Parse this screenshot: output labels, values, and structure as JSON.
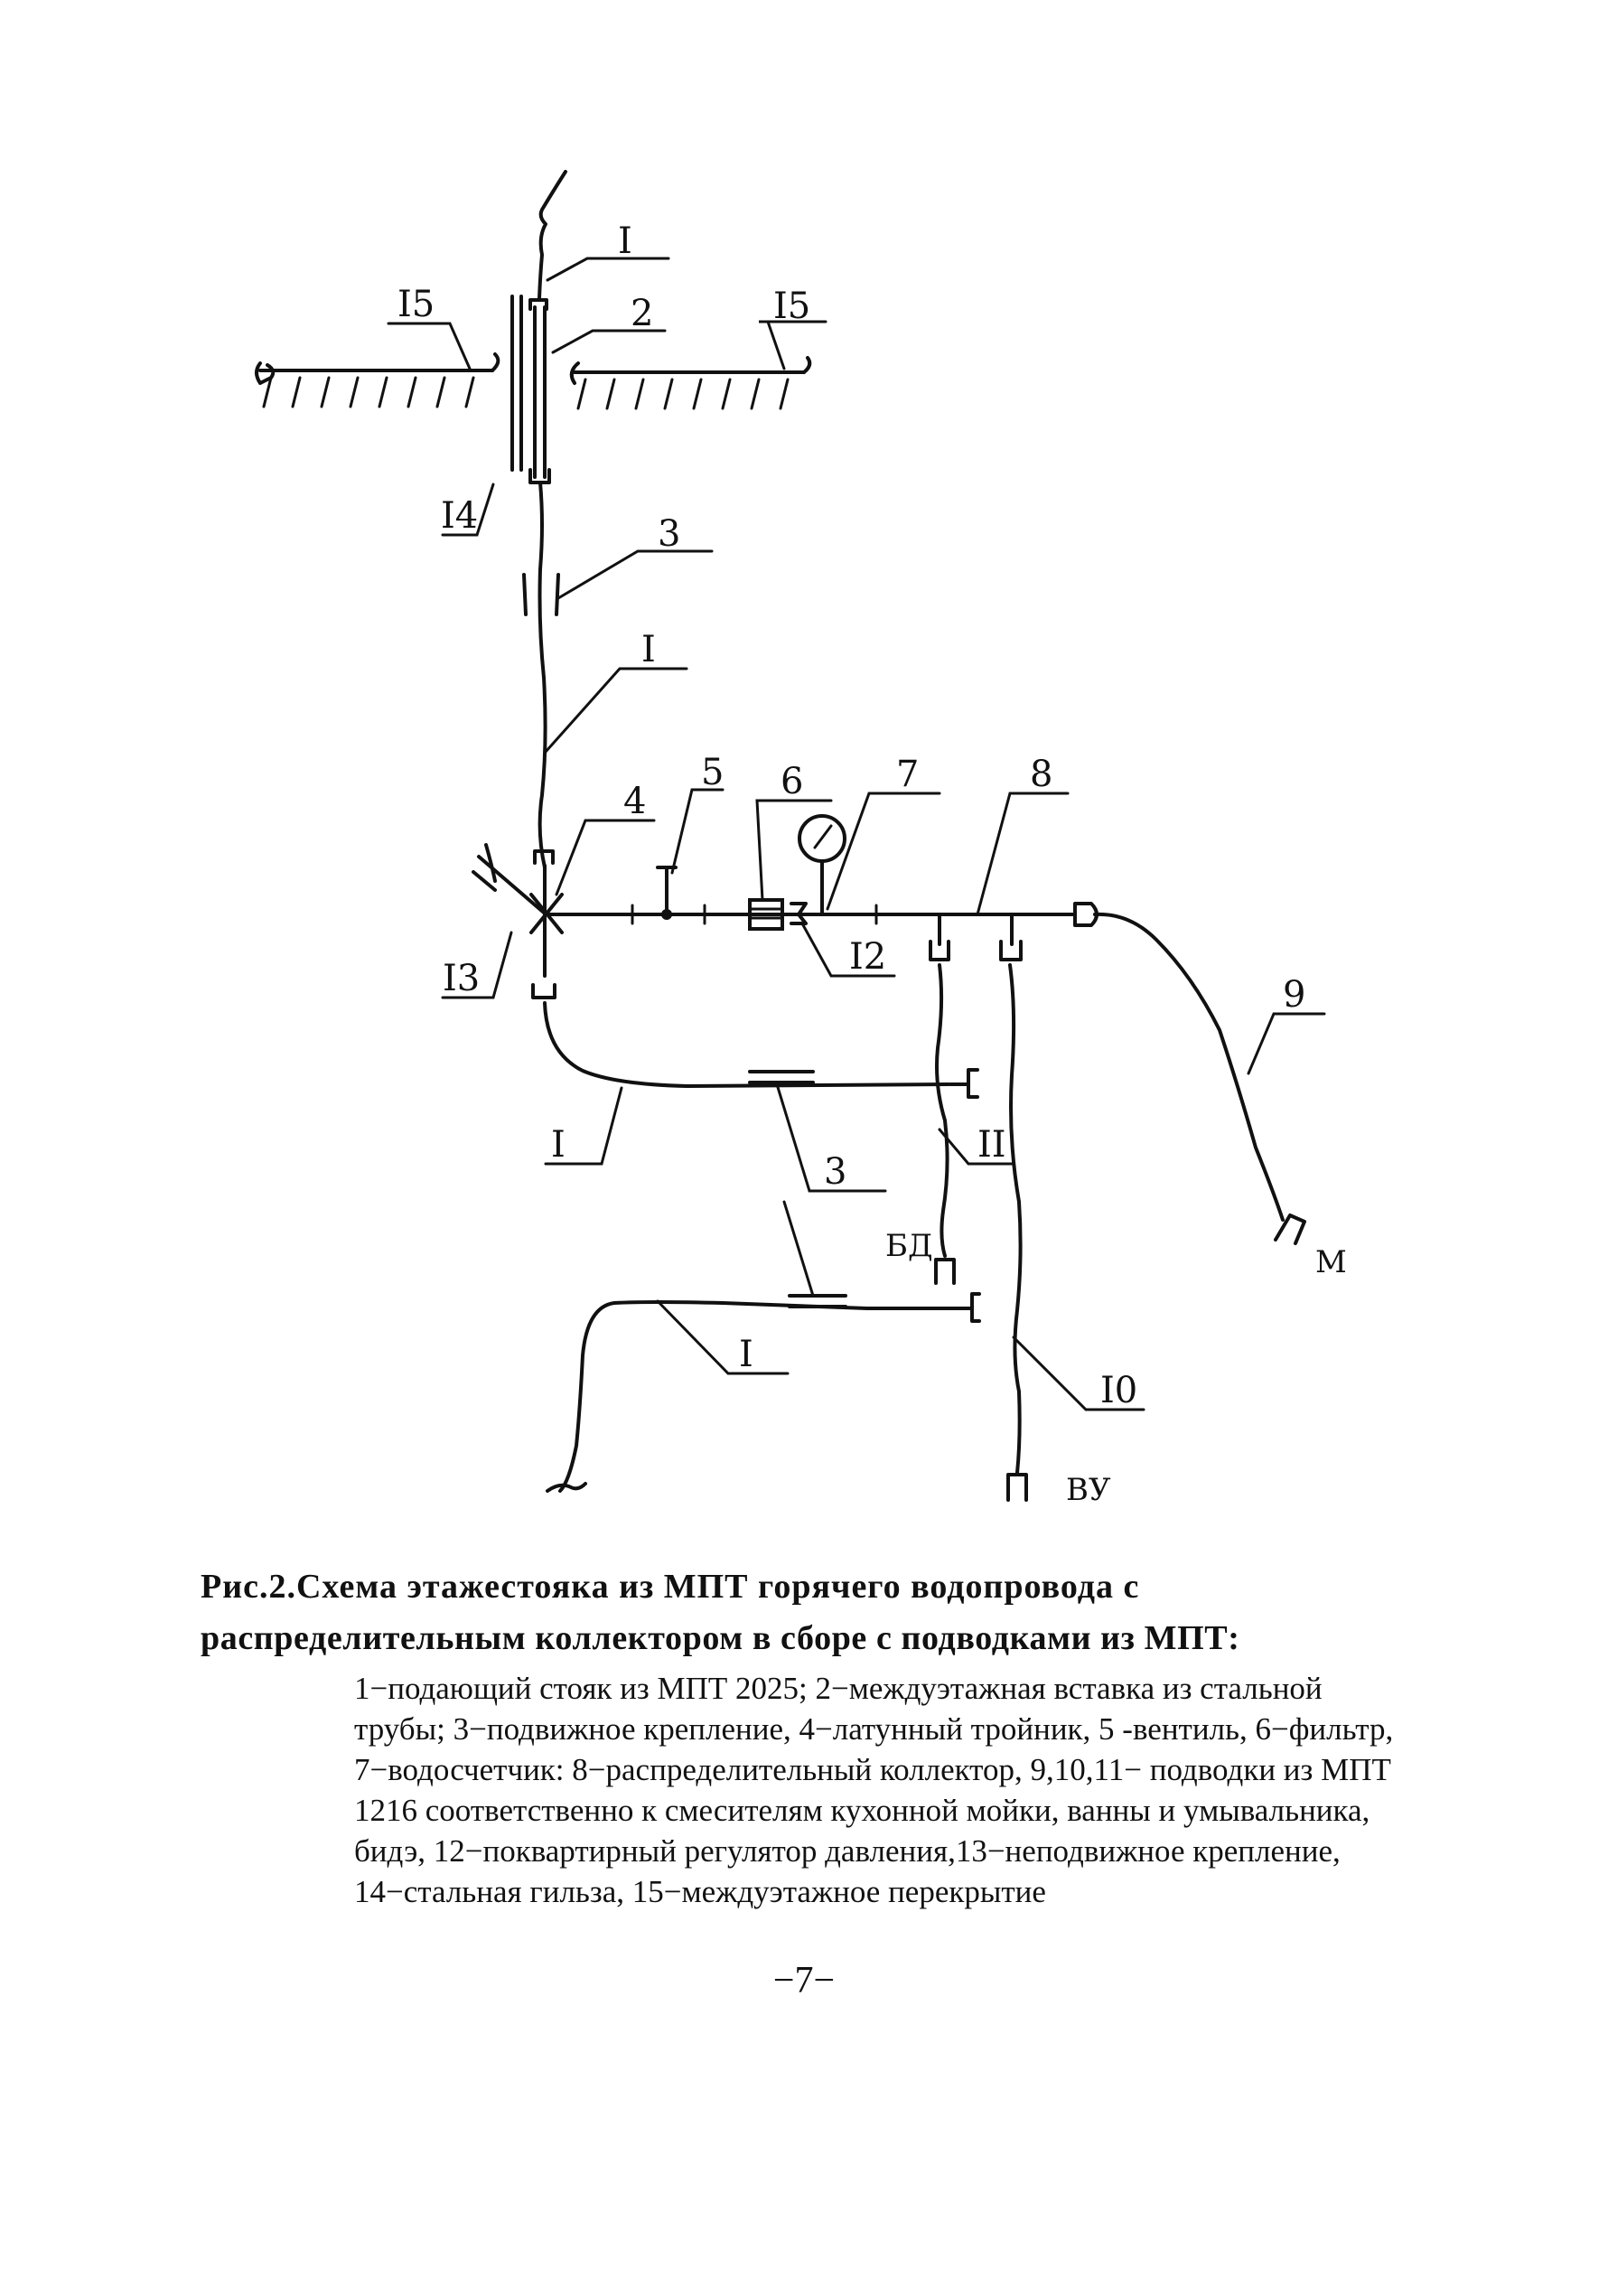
{
  "diagram": {
    "labels": {
      "l1_top": "I",
      "l2": "2",
      "l15_left": "I5",
      "l15_right": "I5",
      "l14": "I4",
      "l3_top": "3",
      "l1_mid": "I",
      "l4": "4",
      "l5": "5",
      "l6": "6",
      "l7": "7",
      "l8": "8",
      "l13": "I3",
      "l12": "I2",
      "l9": "9",
      "l1_low": "I",
      "l11": "II",
      "l3_low": "3",
      "bd": "БД",
      "m": "М",
      "l1_bottom": "I",
      "l10": "I0",
      "vu": "ВУ"
    }
  },
  "caption": {
    "title_line1": "Рис.2.Схема этажестояка из МПТ горячего водопровода с",
    "title_line2": "распределительным коллектором в сборе с подводками из МПТ:",
    "legend_lines": [
      "1−подающий стояк из МПТ 2025; 2−междуэтажная вставка из стальной",
      "трубы; 3−подвижное крепление, 4−латунный тройник, 5 -вентиль, 6−фильтр,",
      "7−водосчетчик: 8−распределительный коллектор, 9,10,11− подводки из МПТ",
      "1216 соответственно к смесителям кухонной мойки, ванны и умывальника,",
      "бидэ, 12−поквартирный регулятор давления,13−неподвижное крепление,",
      "14−стальная гильза, 15−междуэтажное перекрытие"
    ]
  },
  "page_number": "−7−"
}
